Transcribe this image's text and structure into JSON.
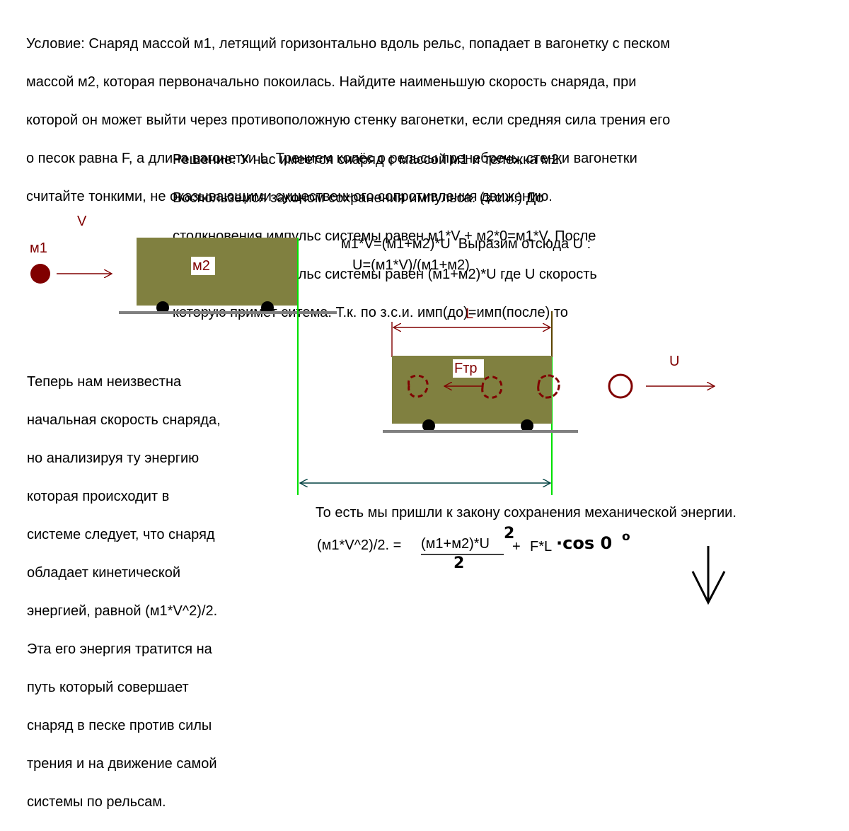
{
  "problem": {
    "lines": [
      "Условие: Снаряд массой м1, летящий горизонтально вдоль рельс, попадает в вагонетку с песком",
      "массой м2, которая первоначально покоилась. Найдите наименьшую скорость снаряда, при",
      "которой он может выйти через противоположную стенку вагонетки, если средняя сила трения его",
      "о песок равна F, а длина вагонетки L. Трением колёс о рельсы пренебречь, стенки вагонетки",
      "считайте тонкими, не оказывающими существенного сопротивления движению."
    ]
  },
  "solution": {
    "lines": [
      "Решение: У нас имеется снаряд с массой м1 и тележка м2.",
      "Воспольземся законом сохранения импульса. (з.с.и.) До",
      "столкновения импульс системы равен м1*V + м2*0=м1*V. После",
      "столкновения импульс системы равен (м1+м2)*U где U скорость",
      "которую примет ситема. Т.к. по з.с.и. имп(до)=имп(после) то"
    ],
    "eq1": "м1*V=(м1+м2)*U  Выразим отсюда U :",
    "eq2": "U=(м1*V)/(м1+м2)"
  },
  "energy_note": {
    "lines": [
      "Теперь нам неизвестна",
      "начальная скорость снаряда,",
      "но анализируя ту энергию",
      "которая происходит в",
      "системе следует, что снаряд",
      "обладает кинетической",
      "энергией, равной (м1*V^2)/2.",
      "Эта его энергия тратится на",
      "путь который совершает",
      "снаряд в песке против силы",
      "трения и на движение самой",
      "системы по рельсам."
    ]
  },
  "conclusion": "То есть мы пришли к закону сохранения механической энергии.",
  "formula": {
    "lhs": "(м1*V^2)/2. =",
    "numerator": "(м1+м2)*U",
    "power": "2",
    "denominator": "2",
    "plus": "+",
    "term": "F*L",
    "cos": "·cos 0",
    "degree": "o"
  },
  "diagram": {
    "label_m1": "м1",
    "label_v": "V",
    "label_m2": "м2",
    "label_l": "L",
    "label_ftr": "Fтр",
    "label_u": "U"
  },
  "colors": {
    "cart": "#808040",
    "projectile": "#800000",
    "track": "#808080",
    "guide": "#00e000",
    "dimension": "#004040"
  }
}
